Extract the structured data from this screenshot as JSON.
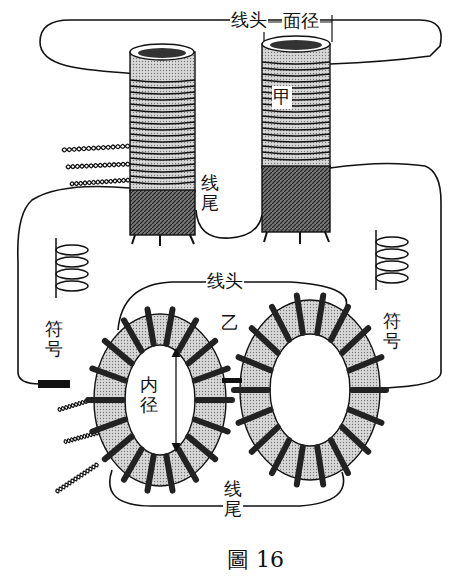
{
  "diagram": {
    "caption": "圖 16",
    "labels": [
      "线头",
      "面径",
      "甲",
      "线尾",
      "线头",
      "符号",
      "乙",
      "符号",
      "内径",
      "线尾"
    ]
  }
}
